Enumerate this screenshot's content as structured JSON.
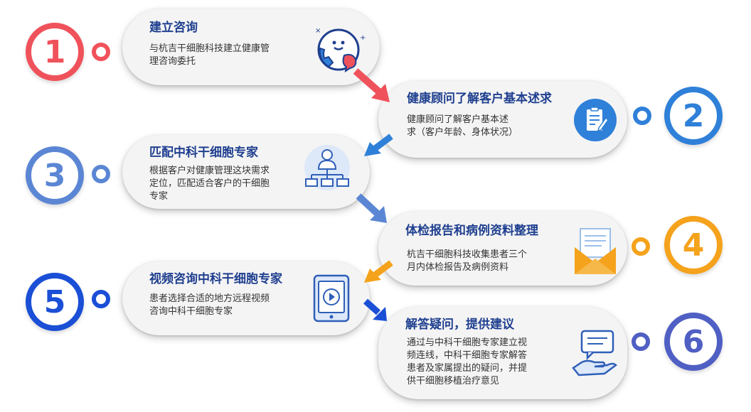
{
  "steps": [
    {
      "number": "1",
      "title": "建立咨询",
      "desc": [
        "与杭吉干细胞科技建立健康管",
        "理咨询委托"
      ],
      "color": "#f0525b",
      "icon": "phone-chat-icon"
    },
    {
      "number": "2",
      "title": "健康顾问了解客户基本述求",
      "desc": [
        "健康顾问了解客户基本述",
        "求（客户年龄、身体状况）"
      ],
      "color": "#2f80d8",
      "icon": "clipboard-edit-icon"
    },
    {
      "number": "3",
      "title": "匹配中科干细胞专家",
      "desc": [
        "根据客户对健康管理这块需求",
        "定位，匹配适合客户的干细胞",
        "专家"
      ],
      "color": "#5b86d4",
      "icon": "org-expert-icon"
    },
    {
      "number": "4",
      "title": "体检报告和病例资料整理",
      "desc": [
        "杭吉干细胞科技收集患者三个",
        "月内体检报告及病例资料"
      ],
      "color": "#f5a21c",
      "icon": "envelope-document-icon"
    },
    {
      "number": "5",
      "title": "视频咨询中科干细胞专家",
      "desc": [
        "患者选择合适的地方远程视频",
        "咨询中科干细胞专家"
      ],
      "color": "#1a4fd6",
      "icon": "video-tablet-icon"
    },
    {
      "number": "6",
      "title": "解答疑问，提供建议",
      "desc": [
        "通过与中科干细胞专家建立视",
        "频连线，中科干细胞专家解答",
        "患者及家属提出的疑问，并提",
        "供干细胞移植治疗意见"
      ],
      "color": "#4f5fc4",
      "icon": "hand-message-icon"
    }
  ]
}
